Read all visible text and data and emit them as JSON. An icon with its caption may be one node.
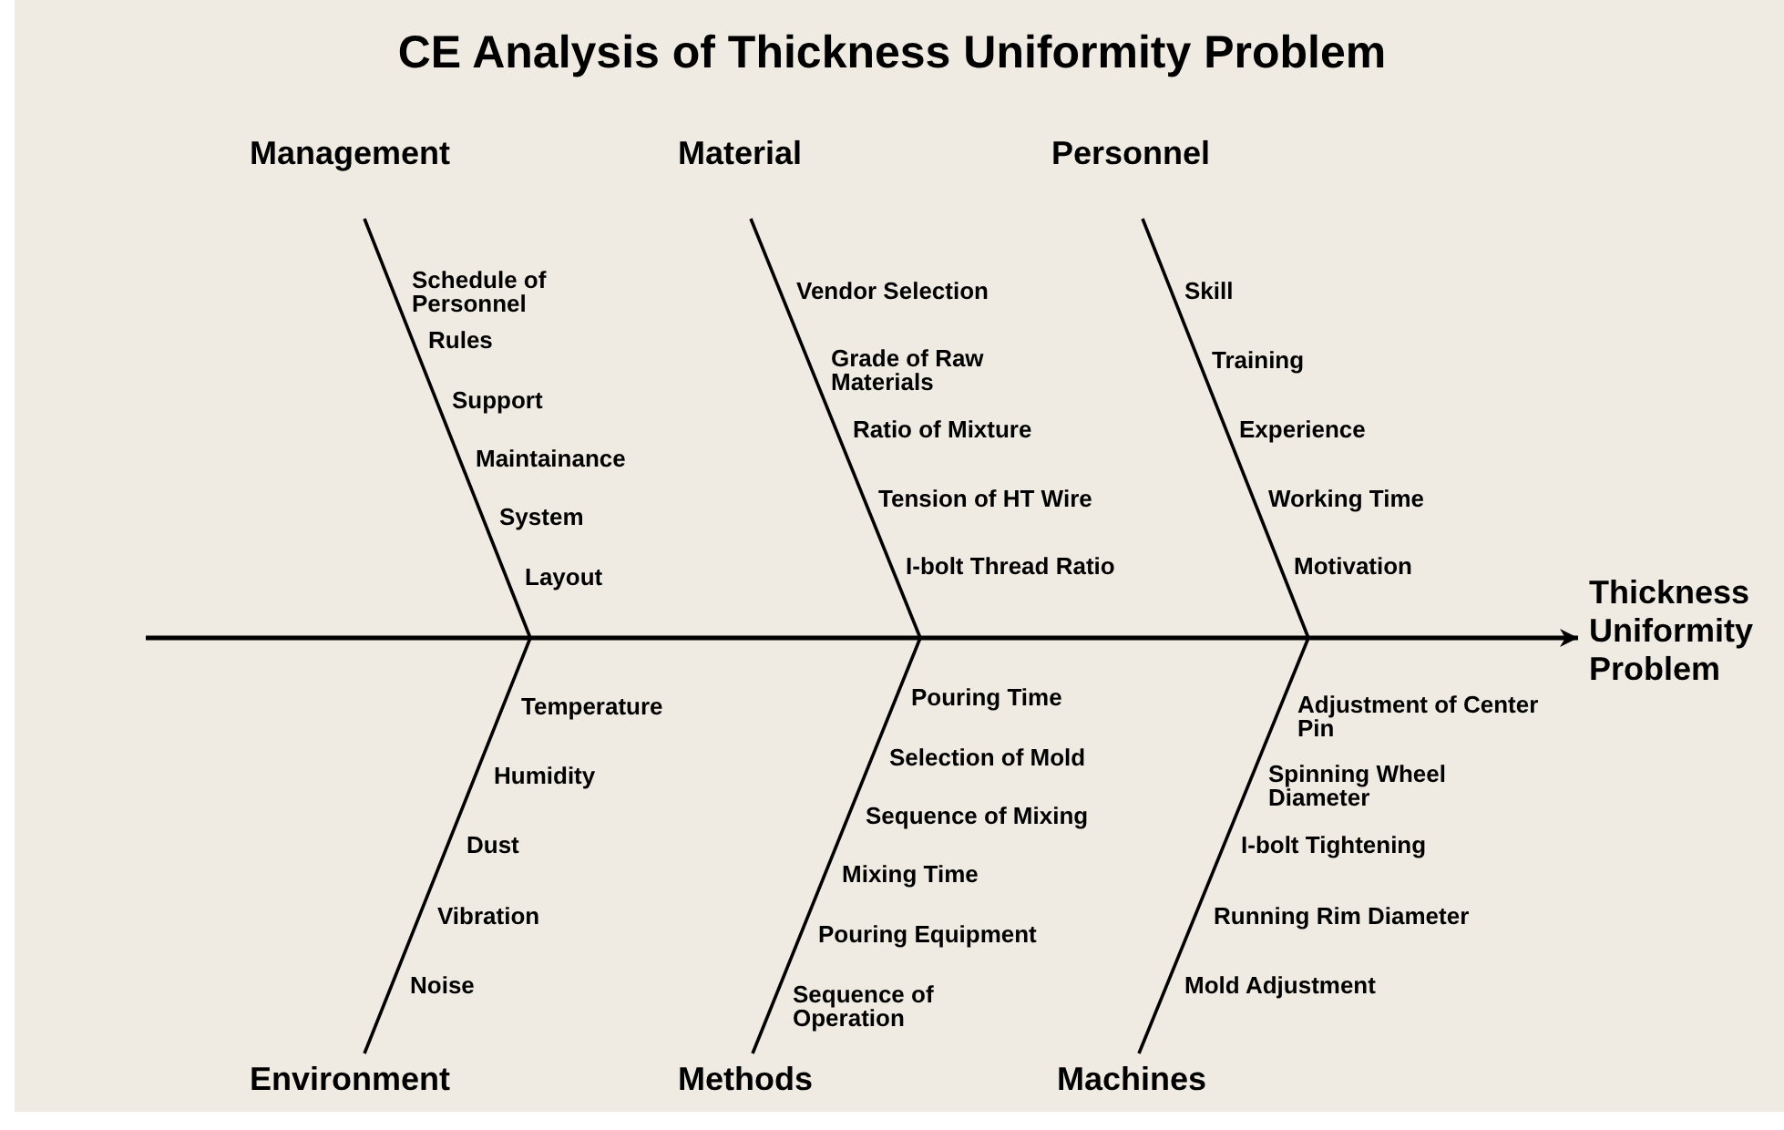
{
  "diagram": {
    "title": "CE Analysis of Thickness Uniformity Problem",
    "nodes": [
      {
        "text": [
          "Management"
        ]
      },
      {
        "text": [
          "Material"
        ]
      },
      {
        "text": [
          "Personnel"
        ]
      },
      {
        "text": [
          "Environment"
        ]
      },
      {
        "text": [
          "Methods"
        ]
      },
      {
        "text": [
          "Machines"
        ]
      },
      {
        "text": [
          "Thickness Uniformity Problem"
        ]
      }
    ],
    "edges": [
      {
        "from": 0,
        "to": null,
        "arrow": "none"
      },
      {
        "from": 1,
        "to": null,
        "arrow": "none"
      },
      {
        "from": 2,
        "to": null,
        "arrow": "none"
      },
      {
        "from": 3,
        "to": null,
        "arrow": "none"
      },
      {
        "from": 4,
        "to": null,
        "arrow": "none"
      },
      {
        "from": 5,
        "to": null,
        "arrow": "none"
      },
      {
        "from": null,
        "to": 6,
        "arrow": "to"
      }
    ],
    "labels": [
      "Schedule of Personnel",
      "Rules",
      "Support",
      "Maintainance",
      "System",
      "Layout",
      "Vendor Selection",
      "Grade of Raw Materials",
      "Ratio of Mixture",
      "Tension of HT Wire",
      "I-bolt Thread Ratio",
      "Skill",
      "Training",
      "Experience",
      "Working Time",
      "Motivation",
      "Temperature",
      "Humidity",
      "Dust",
      "Vibration",
      "Noise",
      "Pouring Time",
      "Selection of Mold",
      "Sequence of Mixing",
      "Mixing Time",
      "Pouring Equipment",
      "Sequence of Operation",
      "Adjustment of Center Pin",
      "Spinning Wheel Diameter",
      "I-bolt Tightening",
      "Running Rim Diameter",
      "Mold Adjustment"
    ]
  }
}
